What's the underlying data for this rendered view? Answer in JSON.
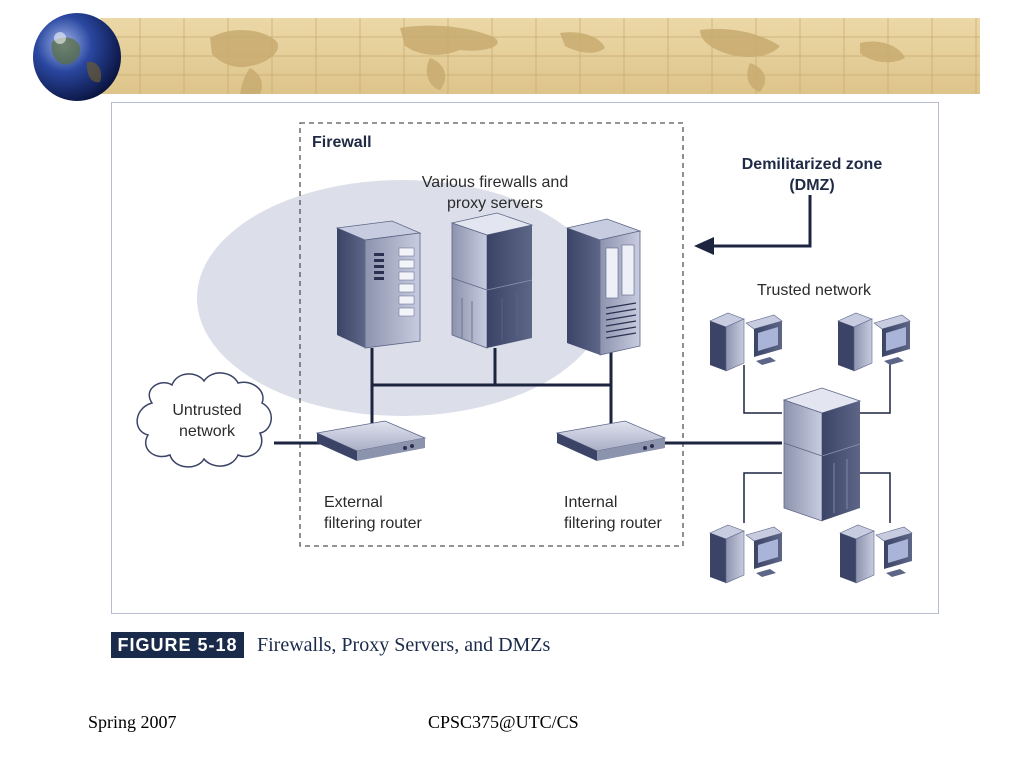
{
  "diagram": {
    "firewall_label": "Firewall",
    "servers_label_line1": "Various firewalls and",
    "servers_label_line2": "proxy servers",
    "dmz_label_line1": "Demilitarized zone",
    "dmz_label_line2": "(DMZ)",
    "trusted_label": "Trusted network",
    "untrusted_label_line1": "Untrusted",
    "untrusted_label_line2": "network",
    "external_router_line1": "External",
    "external_router_line2": "filtering router",
    "internal_router_line1": "Internal",
    "internal_router_line2": "filtering router"
  },
  "caption": {
    "figure_number": "FIGURE 5-18",
    "title": "Firewalls, Proxy Servers, and DMZs"
  },
  "footer": {
    "left": "Spring 2007",
    "center": "CPSC375@UTC/CS"
  },
  "colors": {
    "accent": "#1a2a4a",
    "map_background": "#e6cf9a",
    "ellipse_fill": "#dcdfe9"
  }
}
